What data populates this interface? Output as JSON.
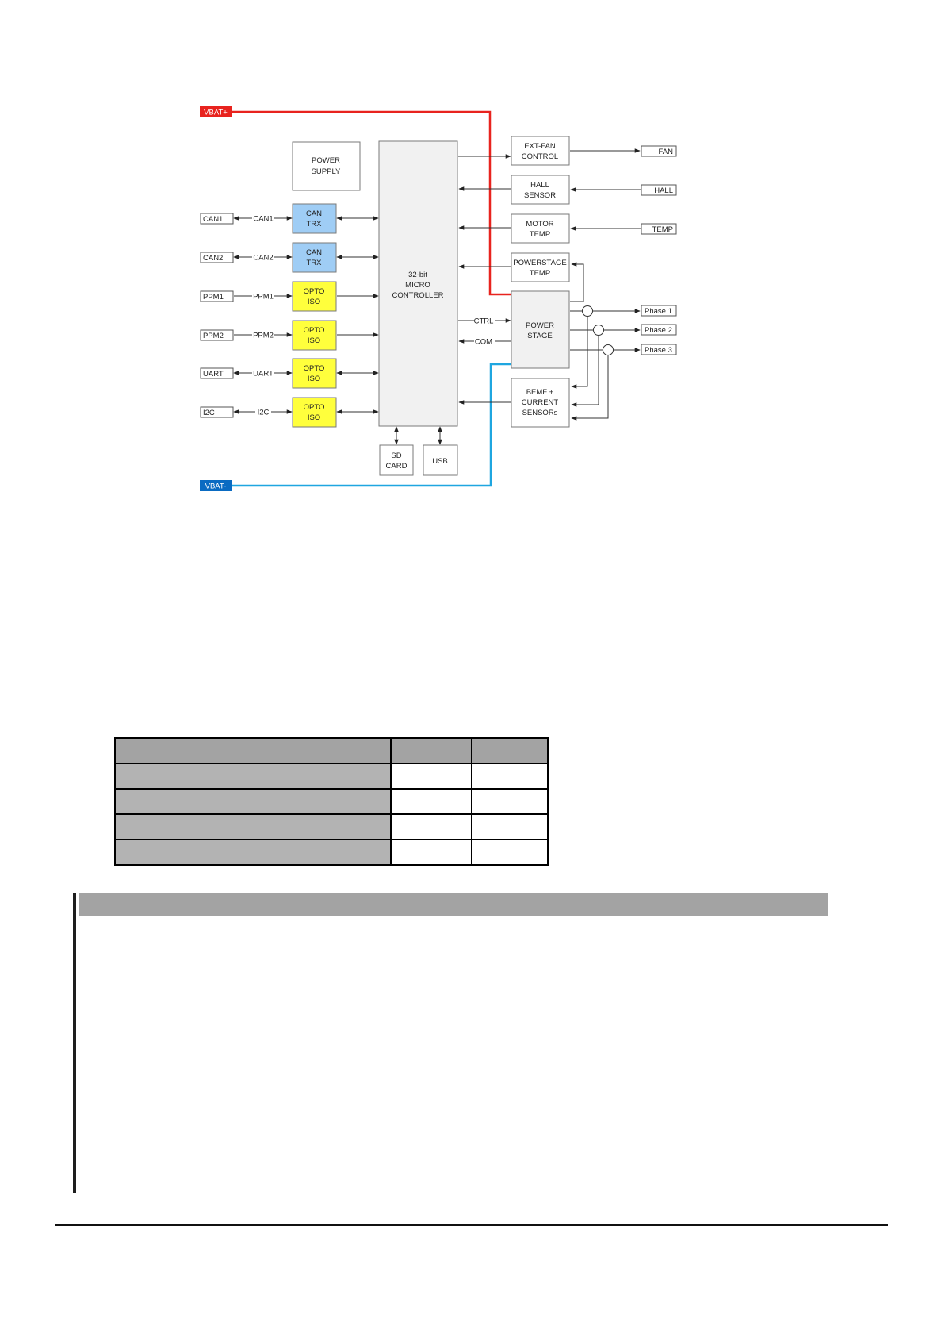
{
  "diagram": {
    "terminals": {
      "vbat_plus": "VBAT+",
      "vbat_minus": "VBAT-",
      "fan": "FAN",
      "hall": "HALL",
      "temp": "TEMP",
      "phase1": "Phase 1",
      "phase2": "Phase 2",
      "phase3": "Phase 3",
      "can1": "CAN1",
      "can2": "CAN2",
      "ppm1": "PPM1",
      "ppm2": "PPM2",
      "uart": "UART",
      "i2c": "I2C"
    },
    "signal_labels": {
      "can1": "CAN1",
      "can2": "CAN2",
      "ppm1": "PPM1",
      "ppm2": "PPM2",
      "uart": "UART",
      "i2c": "I2C",
      "ctrl": "CTRL",
      "com": "COM"
    },
    "blocks": {
      "power_supply": [
        "POWER",
        "SUPPLY"
      ],
      "mcu": [
        "32-bit",
        "MICRO",
        "CONTROLLER"
      ],
      "can_trx": [
        "CAN",
        "TRX"
      ],
      "opto_iso": [
        "OPTO",
        "ISO"
      ],
      "ext_fan": [
        "EXT-FAN",
        "CONTROL"
      ],
      "hall_sensor": [
        "HALL",
        "SENSOR"
      ],
      "motor_temp": [
        "MOTOR",
        "TEMP"
      ],
      "powerstage_temp": [
        "POWERSTAGE",
        "TEMP"
      ],
      "power_stage": [
        "POWER",
        "STAGE"
      ],
      "bemf": [
        "BEMF +",
        "CURRENT",
        "SENSORs"
      ],
      "sd_card": [
        "SD",
        "CARD"
      ],
      "usb": [
        "USB"
      ]
    },
    "colors": {
      "vbat_plus": "#e8231e",
      "vbat_minus": "#1fa6e0",
      "vbat_minus_tag": "#0a6bc2",
      "can_fill": "#9fcdf5",
      "opto_fill": "#ffff3c",
      "block_fill": "#f1f1f1"
    }
  }
}
